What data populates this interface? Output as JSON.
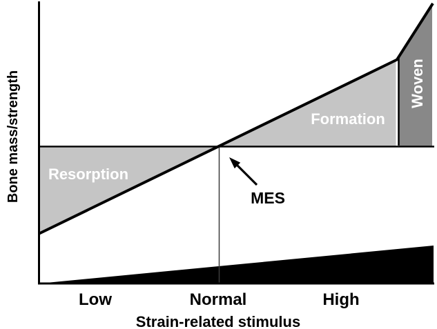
{
  "diagram": {
    "y_axis": {
      "label": "Bone mass/strength"
    },
    "x_axis": {
      "label": "Strain-related stimulus",
      "ticks": [
        "Low",
        "Normal",
        "High"
      ]
    },
    "regions": {
      "resorption": {
        "label": "Resorption",
        "fill": "#c5c5c5",
        "text_color": "#ffffff"
      },
      "formation": {
        "label": "Formation",
        "fill": "#c5c5c5",
        "text_color": "#ffffff"
      },
      "woven": {
        "label": "Woven",
        "fill": "#888888",
        "text_color": "#ffffff"
      }
    },
    "annotation": {
      "label": "MES",
      "color": "#000000"
    },
    "colors": {
      "background": "#ffffff",
      "axis": "#000000",
      "main_line": "#000000",
      "baseline": "#000000",
      "reference_line": "#3c3c3c",
      "wedge": "#000000",
      "arrow": "#000000",
      "tick_text": "#000000"
    }
  }
}
